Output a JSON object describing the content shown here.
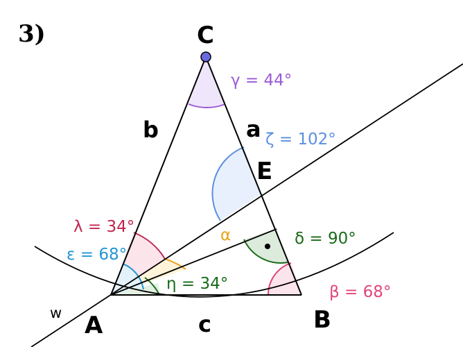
{
  "problem_number": "3)",
  "points": {
    "A": "A",
    "B": "B",
    "C": "C",
    "E": "E"
  },
  "sides": {
    "a": "a",
    "b": "b",
    "c": "c"
  },
  "line_label": "w",
  "angles": {
    "gamma": "γ = 44°",
    "zeta": "ζ = 102°",
    "lambda": "λ = 34°",
    "epsilon": "ε = 68°",
    "alpha": "α",
    "delta": "δ = 90°",
    "eta": "η = 34°",
    "beta": "β = 68°"
  },
  "colors": {
    "gamma": "#9b59d6",
    "zeta": "#5b8fe0",
    "lambda": "#c0254f",
    "epsilon": "#2196d3",
    "alpha": "#e8a317",
    "delta": "#1a6b1a",
    "eta": "#1a6b1a",
    "beta": "#e0457b",
    "vertex_C": "#6a6ae0"
  }
}
